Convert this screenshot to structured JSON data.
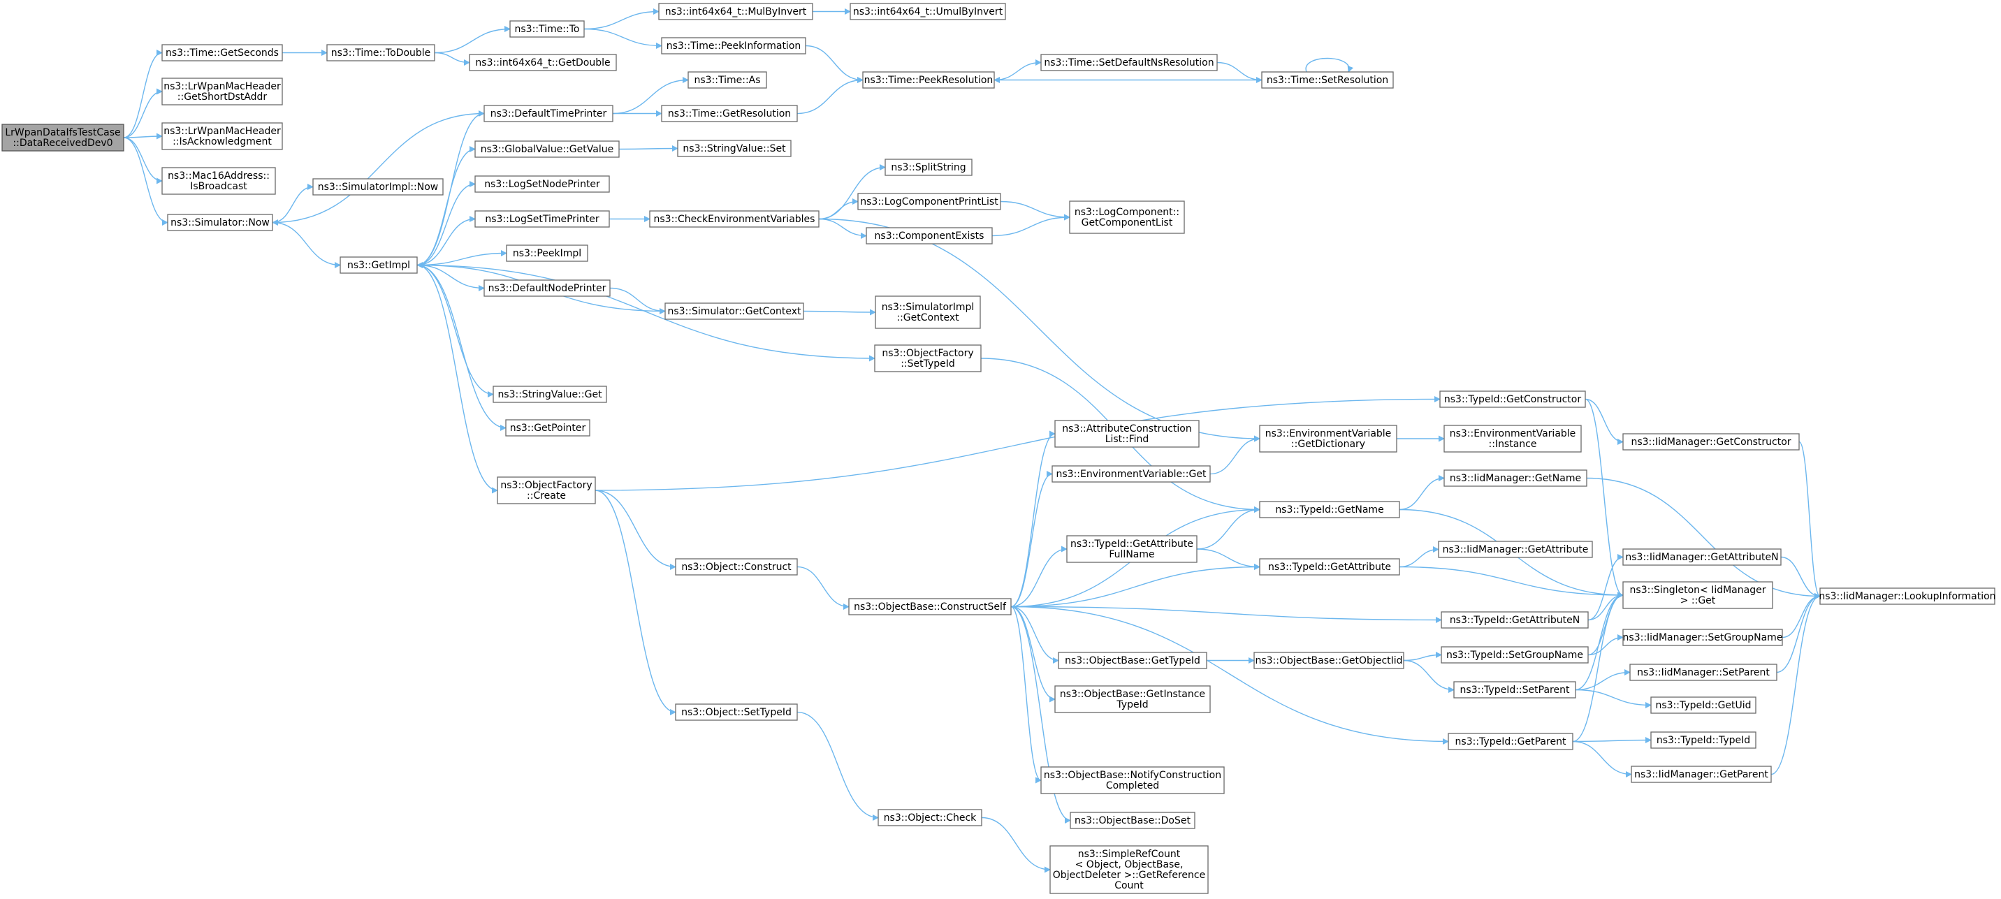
{
  "colors": {
    "edge": "#6db7ee",
    "node_border": "#6a6a6a",
    "root_fill": "#a4a4a4",
    "background": "#ffffff"
  },
  "nodes": [
    {
      "id": "root",
      "lines": [
        "LrWpanDataIfsTestCase",
        "::DataReceivedDev0"
      ],
      "root": true
    },
    {
      "id": "time_getseconds",
      "lines": [
        "ns3::Time::GetSeconds"
      ]
    },
    {
      "id": "lrwpan_getshortdst",
      "lines": [
        "ns3::LrWpanMacHeader",
        "::GetShortDstAddr"
      ]
    },
    {
      "id": "lrwpan_isack",
      "lines": [
        "ns3::LrWpanMacHeader",
        "::IsAcknowledgment"
      ]
    },
    {
      "id": "mac16_isbroadcast",
      "lines": [
        "ns3::Mac16Address::",
        "IsBroadcast"
      ]
    },
    {
      "id": "simulator_now",
      "lines": [
        "ns3::Simulator::Now"
      ]
    },
    {
      "id": "time_todouble",
      "lines": [
        "ns3::Time::ToDouble"
      ]
    },
    {
      "id": "time_to",
      "lines": [
        "ns3::Time::To"
      ]
    },
    {
      "id": "int64_getdouble",
      "lines": [
        "ns3::int64x64_t::GetDouble"
      ]
    },
    {
      "id": "int64_mulbyinvert",
      "lines": [
        "ns3::int64x64_t::MulByInvert"
      ]
    },
    {
      "id": "int64_umulbyinvert",
      "lines": [
        "ns3::int64x64_t::UmulByInvert"
      ]
    },
    {
      "id": "time_peekinformation",
      "lines": [
        "ns3::Time::PeekInformation"
      ]
    },
    {
      "id": "time_peekresolution",
      "lines": [
        "ns3::Time::PeekResolution"
      ]
    },
    {
      "id": "time_setdefaultns",
      "lines": [
        "ns3::Time::SetDefaultNsResolution"
      ]
    },
    {
      "id": "time_setresolution",
      "lines": [
        "ns3::Time::SetResolution"
      ]
    },
    {
      "id": "time_as",
      "lines": [
        "ns3::Time::As"
      ]
    },
    {
      "id": "time_getresolution",
      "lines": [
        "ns3::Time::GetResolution"
      ]
    },
    {
      "id": "defaulttimeprinter",
      "lines": [
        "ns3::DefaultTimePrinter"
      ]
    },
    {
      "id": "globalvalue_getvalue",
      "lines": [
        "ns3::GlobalValue::GetValue"
      ]
    },
    {
      "id": "stringvalue_set",
      "lines": [
        "ns3::StringValue::Set"
      ]
    },
    {
      "id": "simulatorimpl_now",
      "lines": [
        "ns3::SimulatorImpl::Now"
      ]
    },
    {
      "id": "logsetnodeprinter",
      "lines": [
        "ns3::LogSetNodePrinter"
      ]
    },
    {
      "id": "logsettimeprinter",
      "lines": [
        "ns3::LogSetTimePrinter"
      ]
    },
    {
      "id": "getimpl",
      "lines": [
        "ns3::GetImpl"
      ]
    },
    {
      "id": "peekimpl",
      "lines": [
        "ns3::PeekImpl"
      ]
    },
    {
      "id": "defaultnodeprinter",
      "lines": [
        "ns3::DefaultNodePrinter"
      ]
    },
    {
      "id": "splitstring",
      "lines": [
        "ns3::SplitString"
      ]
    },
    {
      "id": "checkenvvars",
      "lines": [
        "ns3::CheckEnvironmentVariables"
      ]
    },
    {
      "id": "logcomponentprintlist",
      "lines": [
        "ns3::LogComponentPrintList"
      ]
    },
    {
      "id": "componentexists",
      "lines": [
        "ns3::ComponentExists"
      ]
    },
    {
      "id": "logcomponent_getlist",
      "lines": [
        "ns3::LogComponent::",
        "GetComponentList"
      ]
    },
    {
      "id": "simulator_getcontext",
      "lines": [
        "ns3::Simulator::GetContext"
      ]
    },
    {
      "id": "simulatorimpl_getcontext",
      "lines": [
        "ns3::SimulatorImpl",
        "::GetContext"
      ]
    },
    {
      "id": "objectfactory_settypeid",
      "lines": [
        "ns3::ObjectFactory",
        "::SetTypeId"
      ]
    },
    {
      "id": "stringvalue_get",
      "lines": [
        "ns3::StringValue::Get"
      ]
    },
    {
      "id": "getpointer",
      "lines": [
        "ns3::GetPointer"
      ]
    },
    {
      "id": "objectfactory_create",
      "lines": [
        "ns3::ObjectFactory",
        "::Create"
      ]
    },
    {
      "id": "typeid_getconstructor",
      "lines": [
        "ns3::TypeId::GetConstructor"
      ]
    },
    {
      "id": "attrconstructionlist_find",
      "lines": [
        "ns3::AttributeConstruction",
        "List::Find"
      ]
    },
    {
      "id": "envvar_getdictionary",
      "lines": [
        "ns3::EnvironmentVariable",
        "::GetDictionary"
      ]
    },
    {
      "id": "envvar_instance",
      "lines": [
        "ns3::EnvironmentVariable",
        "::Instance"
      ]
    },
    {
      "id": "iidmanager_getconstructor",
      "lines": [
        "ns3::IidManager::GetConstructor"
      ]
    },
    {
      "id": "envvar_get",
      "lines": [
        "ns3::EnvironmentVariable::Get"
      ]
    },
    {
      "id": "iidmanager_getname",
      "lines": [
        "ns3::IidManager::GetName"
      ]
    },
    {
      "id": "typeid_getname",
      "lines": [
        "ns3::TypeId::GetName"
      ]
    },
    {
      "id": "typeid_getattributefullname",
      "lines": [
        "ns3::TypeId::GetAttribute",
        "FullName"
      ]
    },
    {
      "id": "iidmanager_getattribute",
      "lines": [
        "ns3::IidManager::GetAttribute"
      ]
    },
    {
      "id": "typeid_getattribute",
      "lines": [
        "ns3::TypeId::GetAttribute"
      ]
    },
    {
      "id": "iidmanager_getattributen",
      "lines": [
        "ns3::IidManager::GetAttributeN"
      ]
    },
    {
      "id": "object_construct",
      "lines": [
        "ns3::Object::Construct"
      ]
    },
    {
      "id": "singleton_get",
      "lines": [
        "ns3::Singleton< IidManager",
        "> ::Get"
      ]
    },
    {
      "id": "iidmanager_lookupinformation",
      "lines": [
        "ns3::IidManager::LookupInformation"
      ]
    },
    {
      "id": "objectbase_constructself",
      "lines": [
        "ns3::ObjectBase::ConstructSelf"
      ]
    },
    {
      "id": "typeid_getattributen",
      "lines": [
        "ns3::TypeId::GetAttributeN"
      ]
    },
    {
      "id": "iidmanager_setgroupname",
      "lines": [
        "ns3::IidManager::SetGroupName"
      ]
    },
    {
      "id": "objectbase_gettypeid",
      "lines": [
        "ns3::ObjectBase::GetTypeId"
      ]
    },
    {
      "id": "objectbase_getobjectiid",
      "lines": [
        "ns3::ObjectBase::GetObjectIid"
      ]
    },
    {
      "id": "typeid_setgroupname",
      "lines": [
        "ns3::TypeId::SetGroupName"
      ]
    },
    {
      "id": "typeid_setparent",
      "lines": [
        "ns3::TypeId::SetParent"
      ]
    },
    {
      "id": "iidmanager_setparent",
      "lines": [
        "ns3::IidManager::SetParent"
      ]
    },
    {
      "id": "objectbase_getinstancetypeid",
      "lines": [
        "ns3::ObjectBase::GetInstance",
        "TypeId"
      ]
    },
    {
      "id": "typeid_getuid",
      "lines": [
        "ns3::TypeId::GetUid"
      ]
    },
    {
      "id": "object_settypeid",
      "lines": [
        "ns3::Object::SetTypeId"
      ]
    },
    {
      "id": "typeid_getparent",
      "lines": [
        "ns3::TypeId::GetParent"
      ]
    },
    {
      "id": "typeid_typeid",
      "lines": [
        "ns3::TypeId::TypeId"
      ]
    },
    {
      "id": "iidmanager_getparent",
      "lines": [
        "ns3::IidManager::GetParent"
      ]
    },
    {
      "id": "objectbase_notifyconstruction",
      "lines": [
        "ns3::ObjectBase::NotifyConstruction",
        "Completed"
      ]
    },
    {
      "id": "objectbase_doset",
      "lines": [
        "ns3::ObjectBase::DoSet"
      ]
    },
    {
      "id": "object_check",
      "lines": [
        "ns3::Object::Check"
      ]
    },
    {
      "id": "simplerefcount_getref",
      "lines": [
        "ns3::SimpleRefCount",
        "< Object, ObjectBase,",
        "ObjectDeleter >::GetReference",
        "Count"
      ]
    }
  ],
  "edges": [
    [
      "root",
      "time_getseconds"
    ],
    [
      "root",
      "lrwpan_getshortdst"
    ],
    [
      "root",
      "lrwpan_isack"
    ],
    [
      "root",
      "mac16_isbroadcast"
    ],
    [
      "root",
      "simulator_now"
    ],
    [
      "time_getseconds",
      "time_todouble"
    ],
    [
      "time_todouble",
      "time_to"
    ],
    [
      "time_todouble",
      "int64_getdouble"
    ],
    [
      "time_to",
      "int64_mulbyinvert"
    ],
    [
      "time_to",
      "time_peekinformation"
    ],
    [
      "int64_mulbyinvert",
      "int64_umulbyinvert"
    ],
    [
      "time_peekinformation",
      "time_peekresolution"
    ],
    [
      "time_peekresolution",
      "time_setdefaultns"
    ],
    [
      "time_setdefaultns",
      "time_setresolution"
    ],
    [
      "time_setresolution",
      "time_peekresolution"
    ],
    [
      "time_setresolution",
      "time_setresolution"
    ],
    [
      "simulator_now",
      "simulatorimpl_now"
    ],
    [
      "simulator_now",
      "getimpl"
    ],
    [
      "getimpl",
      "defaulttimeprinter"
    ],
    [
      "getimpl",
      "globalvalue_getvalue"
    ],
    [
      "getimpl",
      "logsetnodeprinter"
    ],
    [
      "getimpl",
      "logsettimeprinter"
    ],
    [
      "getimpl",
      "peekimpl"
    ],
    [
      "getimpl",
      "defaultnodeprinter"
    ],
    [
      "getimpl",
      "objectfactory_settypeid"
    ],
    [
      "getimpl",
      "stringvalue_get"
    ],
    [
      "getimpl",
      "getpointer"
    ],
    [
      "getimpl",
      "objectfactory_create"
    ],
    [
      "defaulttimeprinter",
      "simulator_now"
    ],
    [
      "defaulttimeprinter",
      "time_as"
    ],
    [
      "defaulttimeprinter",
      "time_getresolution"
    ],
    [
      "time_getresolution",
      "time_peekresolution"
    ],
    [
      "globalvalue_getvalue",
      "stringvalue_set"
    ],
    [
      "logsettimeprinter",
      "checkenvvars"
    ],
    [
      "checkenvvars",
      "splitstring"
    ],
    [
      "checkenvvars",
      "logcomponentprintlist"
    ],
    [
      "checkenvvars",
      "componentexists"
    ],
    [
      "checkenvvars",
      "envvar_getdictionary"
    ],
    [
      "logcomponentprintlist",
      "logcomponent_getlist"
    ],
    [
      "componentexists",
      "logcomponent_getlist"
    ],
    [
      "defaultnodeprinter",
      "simulator_getcontext"
    ],
    [
      "simulator_getcontext",
      "getimpl"
    ],
    [
      "simulator_getcontext",
      "simulatorimpl_getcontext"
    ],
    [
      "objectfactory_settypeid",
      "typeid_getname"
    ],
    [
      "objectfactory_create",
      "typeid_getconstructor"
    ],
    [
      "objectfactory_create",
      "object_construct"
    ],
    [
      "objectfactory_create",
      "object_settypeid"
    ],
    [
      "typeid_getconstructor",
      "iidmanager_getconstructor"
    ],
    [
      "typeid_getconstructor",
      "singleton_get"
    ],
    [
      "iidmanager_getconstructor",
      "iidmanager_lookupinformation"
    ],
    [
      "envvar_getdictionary",
      "envvar_instance"
    ],
    [
      "envvar_get",
      "envvar_getdictionary"
    ],
    [
      "iidmanager_getname",
      "iidmanager_lookupinformation"
    ],
    [
      "typeid_getname",
      "iidmanager_getname"
    ],
    [
      "typeid_getname",
      "singleton_get"
    ],
    [
      "typeid_getattributefullname",
      "typeid_getname"
    ],
    [
      "typeid_getattributefullname",
      "typeid_getattribute"
    ],
    [
      "typeid_getattribute",
      "iidmanager_getattribute"
    ],
    [
      "typeid_getattribute",
      "singleton_get"
    ],
    [
      "iidmanager_getattributen",
      "iidmanager_lookupinformation"
    ],
    [
      "object_construct",
      "objectbase_constructself"
    ],
    [
      "objectbase_constructself",
      "attrconstructionlist_find"
    ],
    [
      "objectbase_constructself",
      "envvar_get"
    ],
    [
      "objectbase_constructself",
      "typeid_getname"
    ],
    [
      "objectbase_constructself",
      "typeid_getattributefullname"
    ],
    [
      "objectbase_constructself",
      "typeid_getattribute"
    ],
    [
      "objectbase_constructself",
      "typeid_getattributen"
    ],
    [
      "objectbase_constructself",
      "objectbase_gettypeid"
    ],
    [
      "objectbase_constructself",
      "objectbase_getinstancetypeid"
    ],
    [
      "objectbase_constructself",
      "typeid_getparent"
    ],
    [
      "objectbase_constructself",
      "objectbase_notifyconstruction"
    ],
    [
      "objectbase_constructself",
      "objectbase_doset"
    ],
    [
      "typeid_getattributen",
      "iidmanager_getattributen"
    ],
    [
      "typeid_getattributen",
      "singleton_get"
    ],
    [
      "iidmanager_setgroupname",
      "iidmanager_lookupinformation"
    ],
    [
      "objectbase_gettypeid",
      "objectbase_getobjectiid"
    ],
    [
      "objectbase_getobjectiid",
      "typeid_setgroupname"
    ],
    [
      "objectbase_getobjectiid",
      "typeid_setparent"
    ],
    [
      "typeid_setgroupname",
      "iidmanager_setgroupname"
    ],
    [
      "typeid_setgroupname",
      "singleton_get"
    ],
    [
      "typeid_setparent",
      "iidmanager_setparent"
    ],
    [
      "typeid_setparent",
      "typeid_getuid"
    ],
    [
      "typeid_setparent",
      "singleton_get"
    ],
    [
      "iidmanager_setparent",
      "iidmanager_lookupinformation"
    ],
    [
      "typeid_getparent",
      "typeid_typeid"
    ],
    [
      "typeid_getparent",
      "iidmanager_getparent"
    ],
    [
      "typeid_getparent",
      "singleton_get"
    ],
    [
      "iidmanager_getparent",
      "iidmanager_lookupinformation"
    ],
    [
      "object_settypeid",
      "object_check"
    ],
    [
      "object_check",
      "simplerefcount_getref"
    ]
  ]
}
